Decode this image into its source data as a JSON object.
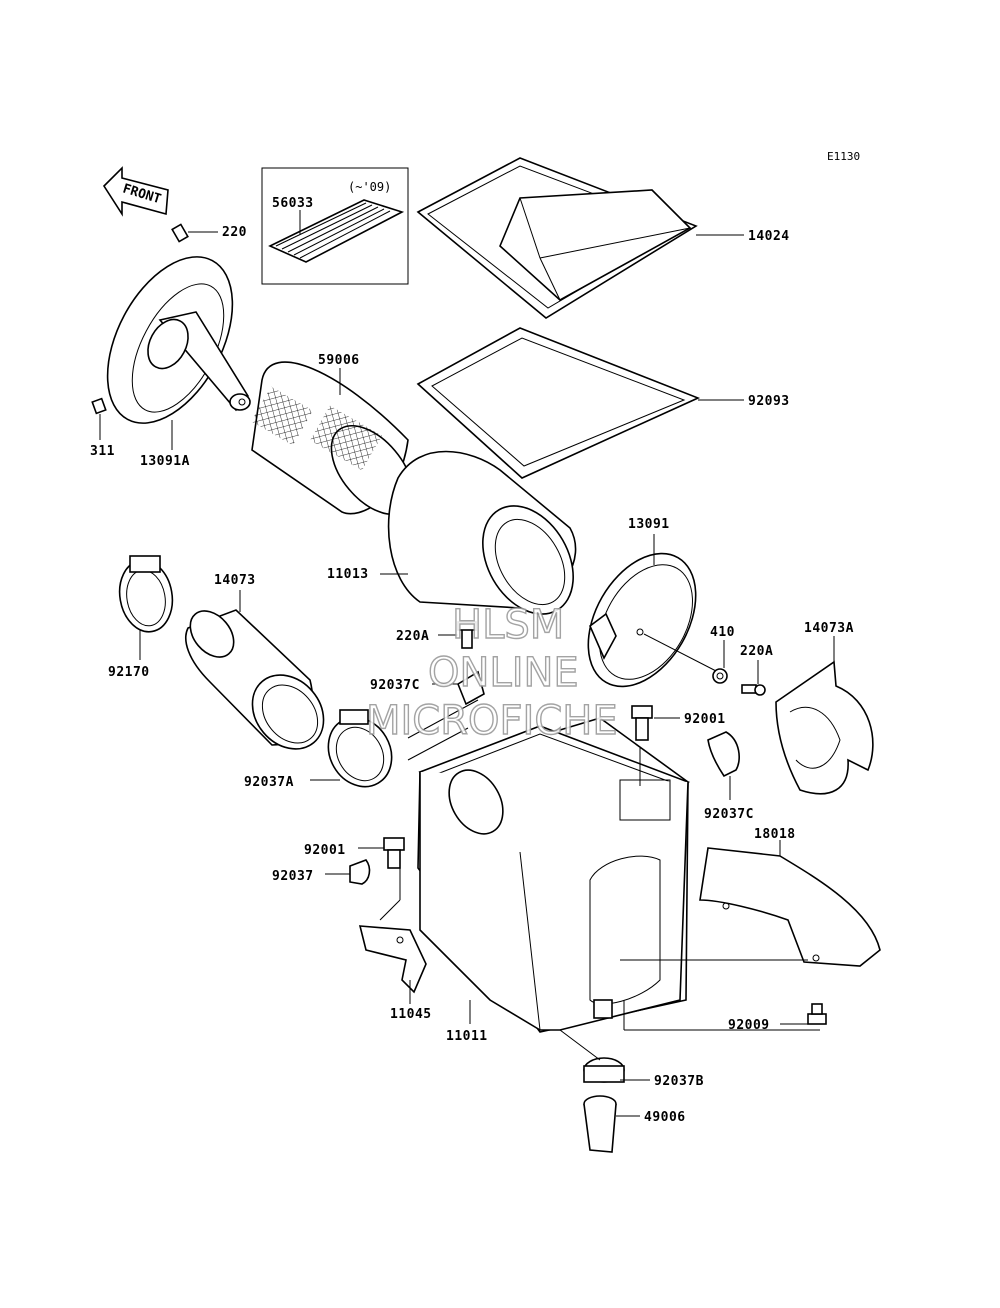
{
  "diagram_code": "E1130",
  "front_label": "FRONT",
  "inset_note": "(~'09)",
  "watermark": [
    "HLSM",
    "ONLINE",
    "MICROFICHE"
  ],
  "parts": [
    {
      "id": "p220",
      "label": "220"
    },
    {
      "id": "p56033",
      "label": "56033"
    },
    {
      "id": "p14024",
      "label": "14024"
    },
    {
      "id": "p59006",
      "label": "59006"
    },
    {
      "id": "p92093",
      "label": "92093"
    },
    {
      "id": "p311",
      "label": "311"
    },
    {
      "id": "p13091A",
      "label": "13091A"
    },
    {
      "id": "p11013",
      "label": "11013"
    },
    {
      "id": "p13091",
      "label": "13091"
    },
    {
      "id": "p14073",
      "label": "14073"
    },
    {
      "id": "p92170",
      "label": "92170"
    },
    {
      "id": "p220A_1",
      "label": "220A"
    },
    {
      "id": "p410",
      "label": "410"
    },
    {
      "id": "p220A_2",
      "label": "220A"
    },
    {
      "id": "p14073A",
      "label": "14073A"
    },
    {
      "id": "p92037C_1",
      "label": "92037C"
    },
    {
      "id": "p92001_1",
      "label": "92001"
    },
    {
      "id": "p92037A",
      "label": "92037A"
    },
    {
      "id": "p92037C_2",
      "label": "92037C"
    },
    {
      "id": "p18018",
      "label": "18018"
    },
    {
      "id": "p92001_2",
      "label": "92001"
    },
    {
      "id": "p92037",
      "label": "92037"
    },
    {
      "id": "p11045",
      "label": "11045"
    },
    {
      "id": "p11011",
      "label": "11011"
    },
    {
      "id": "p92009",
      "label": "92009"
    },
    {
      "id": "p92037B",
      "label": "92037B"
    },
    {
      "id": "p49006",
      "label": "49006"
    }
  ]
}
